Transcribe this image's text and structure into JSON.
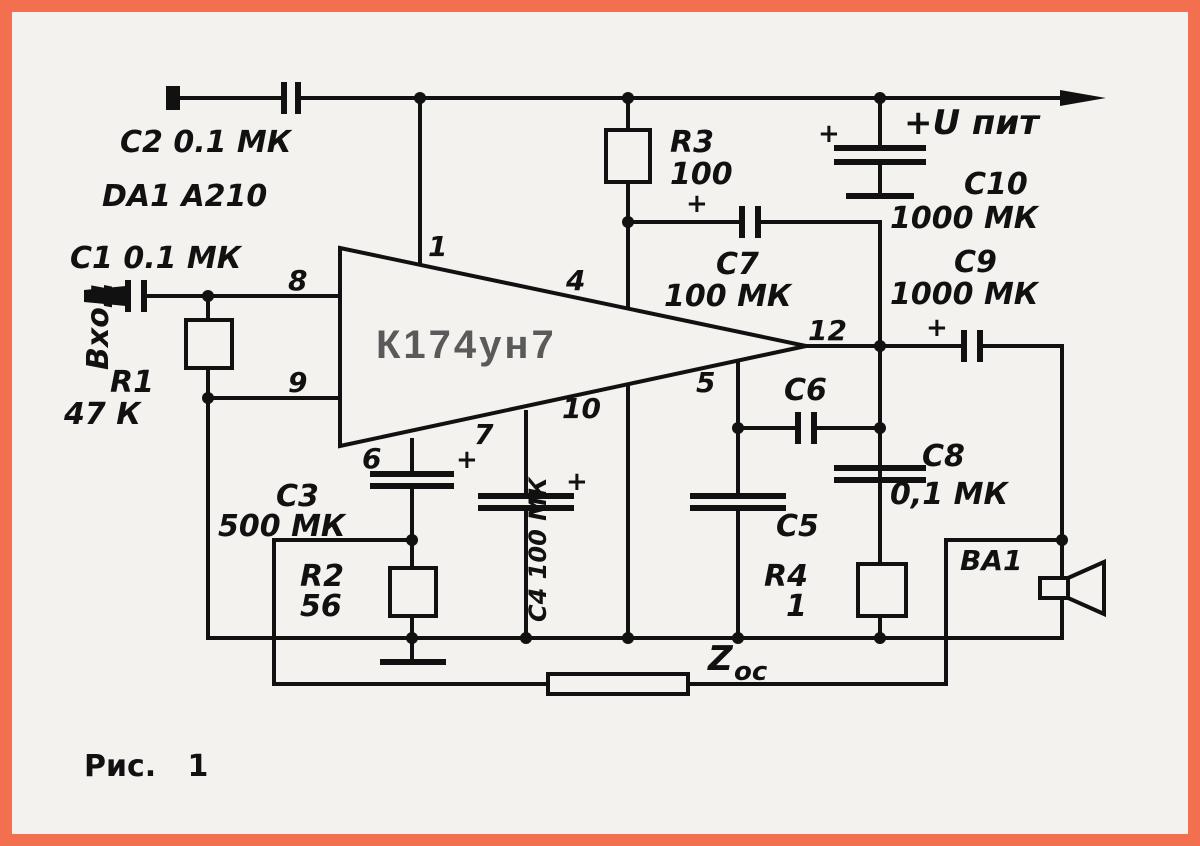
{
  "labels": {
    "c2": "C2 0.1 МК",
    "da1": "DA1  A210",
    "c1": "C1 0.1 МК",
    "input": "Вход",
    "r1_name": "R1",
    "r1_val": "47 К",
    "r3_name": "R3",
    "r3_val": "100",
    "c7_name": "C7",
    "c7_val": "100 МК",
    "supply": "+U пит",
    "c10_name": "C10",
    "c10_val": "1000 МК",
    "c9_name": "C9",
    "c9_val": "1000 МК",
    "c6": "C6",
    "c8_name": "C8",
    "c8_val": "0,1 МК",
    "c5": "C5",
    "r4_name": "R4",
    "r4_val": "1",
    "ba1": "BA1",
    "c3_name": "C3",
    "c3_val": "500 МК",
    "r2_name": "R2",
    "r2_val": "56",
    "c4": "C4 100 МК",
    "zoc_z": "Z",
    "zoc_sub": "ос",
    "chip": "К174ун7",
    "figure": "Рис.   1",
    "plus": "+"
  },
  "pins": {
    "p1": "1",
    "p4": "4",
    "p5": "5",
    "p6": "6",
    "p7": "7",
    "p8": "8",
    "p9": "9",
    "p10": "10",
    "p12": "12"
  }
}
